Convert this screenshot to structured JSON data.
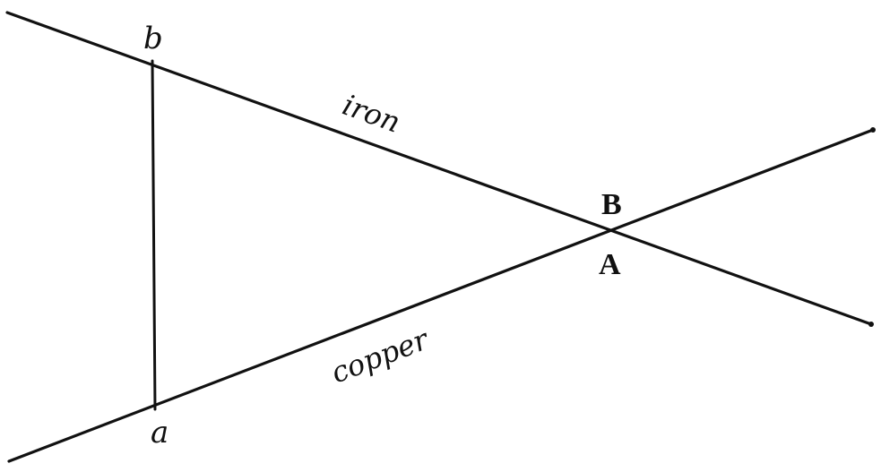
{
  "labels": {
    "iron": "iron",
    "copper": "copper",
    "point_b": "b",
    "point_a": "a",
    "junction_B": "B",
    "junction_A": "A"
  },
  "colors": {
    "ink": "#111111",
    "paper": "#ffffff"
  }
}
